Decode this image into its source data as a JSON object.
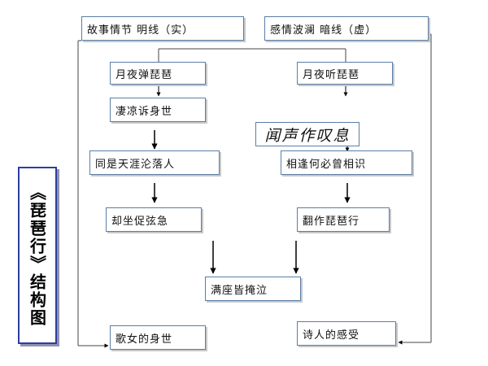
{
  "title": "《琵琶行》结构图",
  "top": {
    "left_label": "故事情节 明线（实）",
    "right_label": "感情波澜 暗线（虚）"
  },
  "left_column": [
    "月夜弹琵琶",
    "凄凉诉身世",
    "同是天涯沦落人",
    "却坐促弦急",
    "歌女的身世"
  ],
  "right_column": [
    "月夜听琵琶",
    "相逢何必曾相识",
    "翻作琵琶行",
    "诗人的感受"
  ],
  "annotation": "闻声作叹息",
  "center": "满座皆掩泣",
  "colors": {
    "box_border": "#5b7ea6",
    "title_border": "#2b3fa0"
  }
}
